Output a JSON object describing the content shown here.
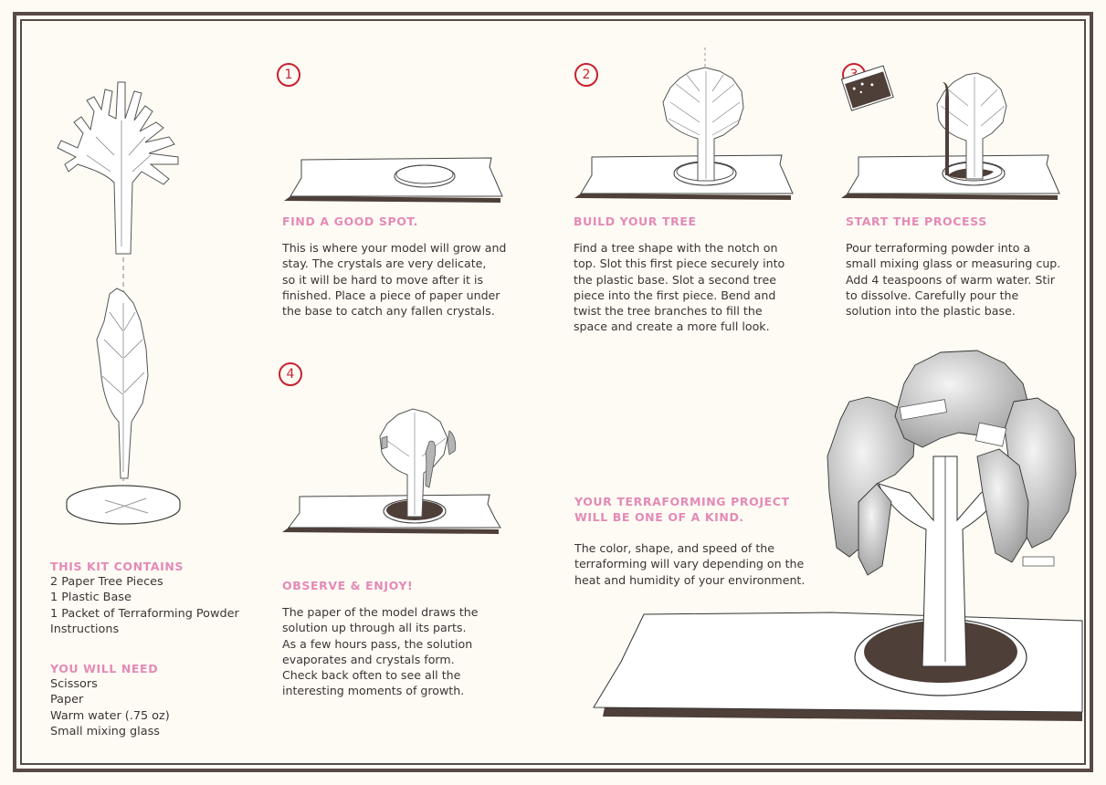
{
  "colors": {
    "frame": "#574a46",
    "background": "#fdfbf4",
    "heading_pink": "#e48ab6",
    "step_red": "#c8202f",
    "body_text": "#3b3434",
    "soil_brown": "#4e3f39"
  },
  "kit": {
    "heading": "THIS KIT CONTAINS",
    "items": [
      "2 Paper Tree Pieces",
      "1 Plastic Base",
      "1 Packet of Terraforming Powder",
      "Instructions"
    ]
  },
  "need": {
    "heading": "YOU WILL NEED",
    "items": [
      "Scissors",
      "Paper",
      "Warm water (.75 oz)",
      "Small mixing glass"
    ]
  },
  "steps": [
    {
      "number": "1",
      "heading": "FIND A GOOD SPOT.",
      "lines": [
        "This is where your model will grow and",
        "stay. The crystals are very delicate,",
        "so it will be hard to move after it is",
        "finished. Place a piece of paper under",
        "the base to catch any fallen crystals."
      ]
    },
    {
      "number": "2",
      "heading": "BUILD YOUR TREE",
      "lines": [
        "Find a tree shape with the notch on",
        "top. Slot this first piece securely into",
        "the plastic base. Slot a second tree",
        "piece into the first piece. Bend and",
        "twist the tree branches to fill the",
        "space and create a more full look."
      ]
    },
    {
      "number": "3",
      "heading": "START THE PROCESS",
      "lines": [
        "Pour terraforming powder into a",
        "small mixing glass or measuring cup.",
        "Add 4 teaspoons of warm water. Stir",
        "to dissolve. Carefully pour the",
        "solution into the plastic base."
      ]
    },
    {
      "number": "4",
      "heading": "OBSERVE & ENJOY!",
      "lines": [
        "The paper of the model draws the",
        "solution up through all its parts.",
        "As a few hours pass, the solution",
        "evaporates and crystals form.",
        "Check back often to see all the",
        "interesting moments of growth."
      ]
    }
  ],
  "result": {
    "heading_lines": [
      "YOUR TERRAFORMING PROJECT",
      "WILL BE ONE OF A KIND."
    ],
    "lines": [
      "The color, shape, and speed of the",
      "terraforming will vary depending on the",
      "heat and humidity of your environment."
    ]
  }
}
